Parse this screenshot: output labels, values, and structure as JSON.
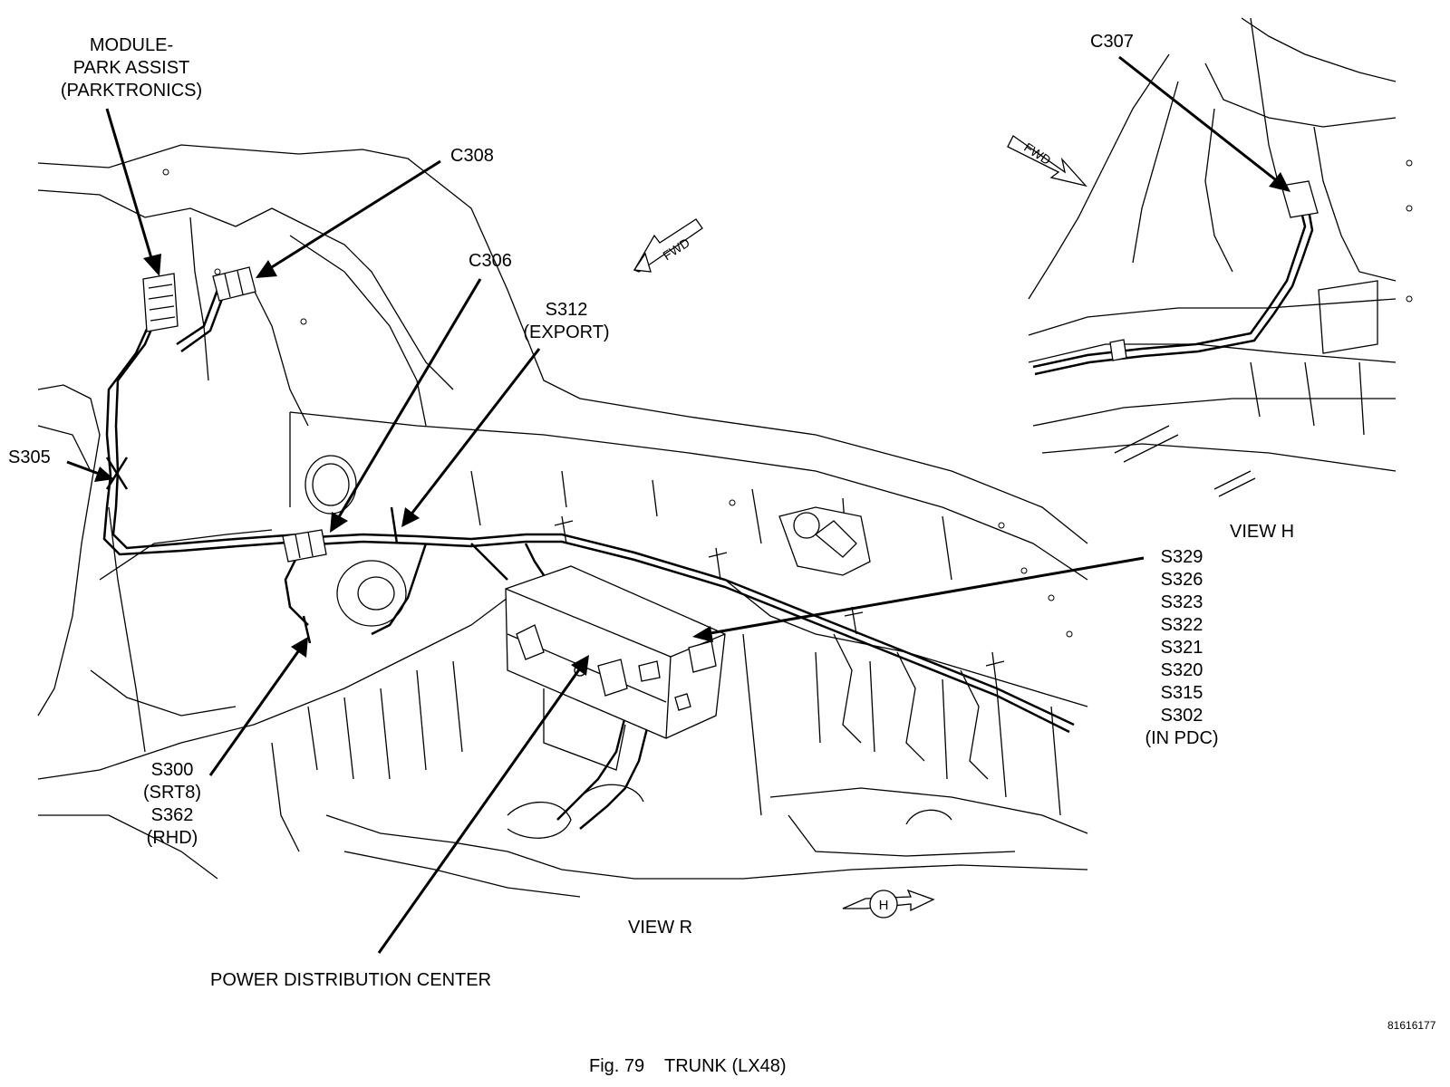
{
  "figure": {
    "caption": "Fig. 79    TRUNK (LX48)",
    "part_number": "81616177"
  },
  "views": {
    "view_r": "VIEW R",
    "view_h": "VIEW H",
    "view_h_marker": "H",
    "fwd": "FWD"
  },
  "callouts": {
    "module_park_assist": [
      "MODULE-",
      "PARK ASSIST",
      "(PARKTRONICS)"
    ],
    "c308": "C308",
    "c306": "C306",
    "c307": "C307",
    "s312": [
      "S312",
      "(EXPORT)"
    ],
    "s305": "S305",
    "s300_s362": [
      "S300",
      "(SRT8)",
      "S362",
      "(RHD)"
    ],
    "pdc_splices": [
      "S329",
      "S326",
      "S323",
      "S322",
      "S321",
      "S320",
      "S315",
      "S302",
      "(IN PDC)"
    ],
    "power_distribution_center": "POWER DISTRIBUTION CENTER"
  }
}
